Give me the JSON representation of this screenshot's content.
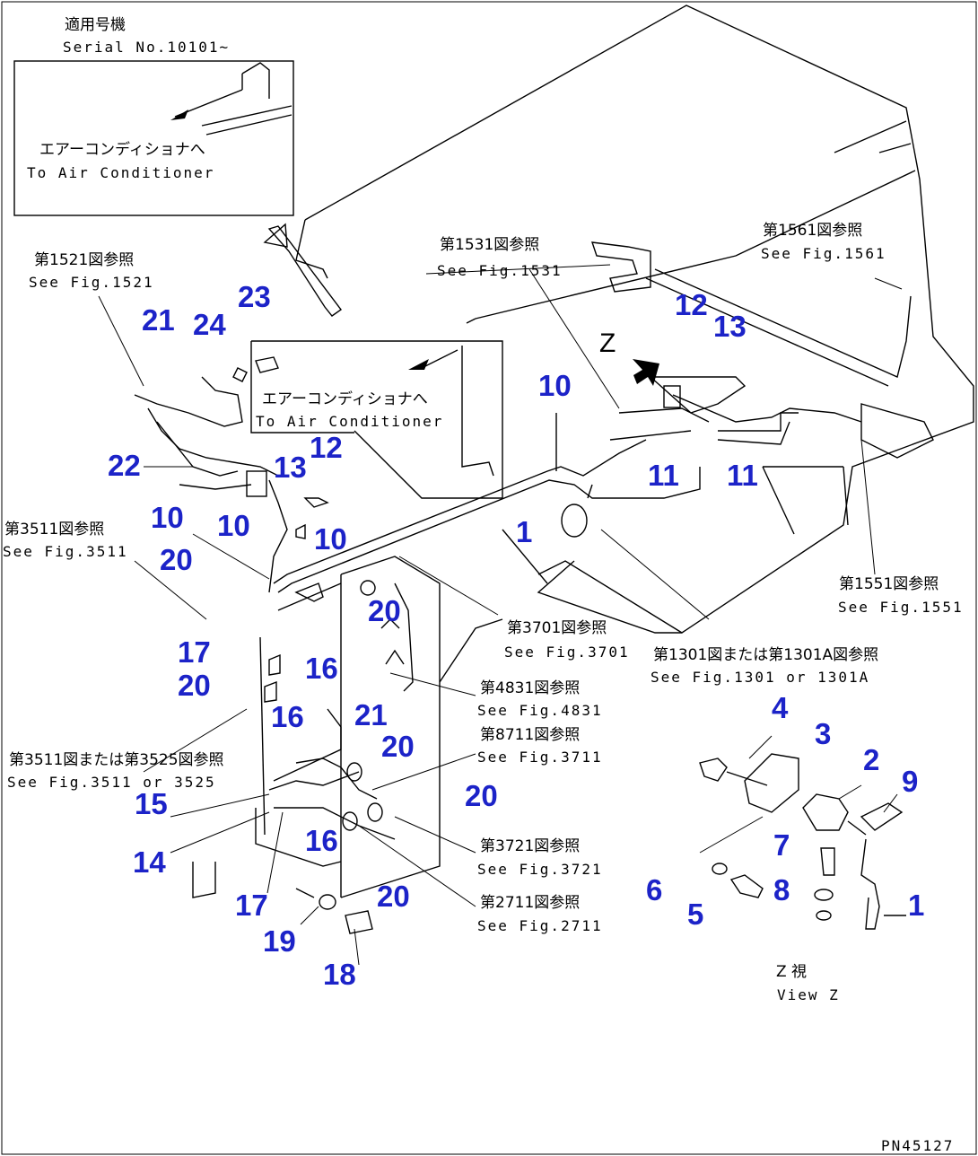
{
  "header": {
    "applicable_jp": "適用号機",
    "serial": "Serial No.10101~"
  },
  "inset_top": {
    "jp": "エアーコンディショナへ",
    "en": "To Air Conditioner"
  },
  "inset_mid": {
    "jp": "エアーコンディショナへ",
    "en": "To Air Conditioner"
  },
  "refs": {
    "r1521": {
      "jp": "第1521図参照",
      "en": "See Fig.1521"
    },
    "r1531": {
      "jp": "第1531図参照",
      "en": "See Fig.1531"
    },
    "r1561": {
      "jp": "第1561図参照",
      "en": "See Fig.1561"
    },
    "r3511": {
      "jp": "第3511図参照",
      "en": "See Fig.3511"
    },
    "r1551": {
      "jp": "第1551図参照",
      "en": "See Fig.1551"
    },
    "r3701": {
      "jp": "第3701図参照",
      "en": "See Fig.3701"
    },
    "r1301": {
      "jp": "第1301図または第1301A図参照",
      "en": "See Fig.1301 or 1301A"
    },
    "r4831": {
      "jp": "第4831図参照",
      "en": "See Fig.4831"
    },
    "r8711": {
      "jp": "第8711図参照",
      "en": "See Fig.3711"
    },
    "r3525": {
      "jp": "第3511図または第3525図参照",
      "en": "See Fig.3511 or 3525"
    },
    "r3721": {
      "jp": "第3721図参照",
      "en": "See Fig.3721"
    },
    "r2711": {
      "jp": "第2711図参照",
      "en": "See Fig.2711"
    }
  },
  "view_z": {
    "letter": "Z",
    "jp": "Z 視",
    "en": "View Z"
  },
  "footer": {
    "code": "PN45127"
  },
  "callouts": [
    "23",
    "21",
    "24",
    "22",
    "10",
    "13",
    "12",
    "10",
    "10",
    "20",
    "17",
    "20",
    "16",
    "20",
    "16",
    "21",
    "20",
    "20",
    "15",
    "14",
    "16",
    "17",
    "20",
    "19",
    "18",
    "10",
    "1",
    "11",
    "11",
    "12",
    "13",
    "4",
    "3",
    "2",
    "9",
    "7",
    "6",
    "8",
    "5",
    "1"
  ]
}
